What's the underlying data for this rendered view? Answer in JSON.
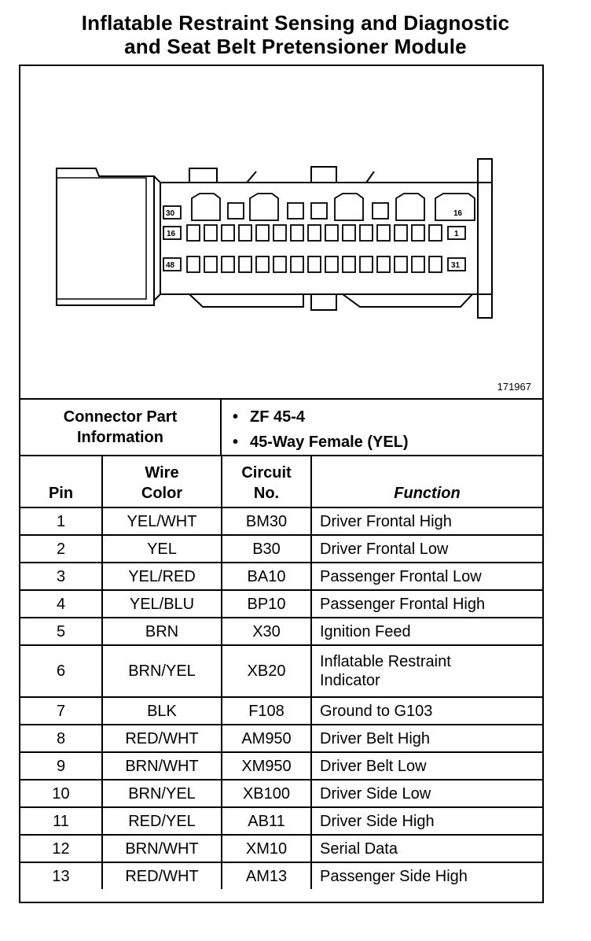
{
  "title": {
    "line1": "Inflatable Restraint Sensing and Diagnostic",
    "line2": "and Seat Belt Pretensioner Module"
  },
  "diagram": {
    "figure_id": "171967",
    "pin_labels": [
      "30",
      "16",
      "16",
      "1",
      "48",
      "31"
    ]
  },
  "connector_info": {
    "label_line1": "Connector Part",
    "label_line2": "Information",
    "items": [
      "ZF 45-4",
      "45-Way Female (YEL)"
    ]
  },
  "table": {
    "headers": {
      "pin": "Pin",
      "wire_color_1": "Wire",
      "wire_color_2": "Color",
      "circuit_1": "Circuit",
      "circuit_2": "No.",
      "function": "Function"
    },
    "rows": [
      {
        "pin": "1",
        "color": "YEL/WHT",
        "circuit": "BM30",
        "function": "Driver Frontal High"
      },
      {
        "pin": "2",
        "color": "YEL",
        "circuit": "B30",
        "function": "Driver Frontal Low"
      },
      {
        "pin": "3",
        "color": "YEL/RED",
        "circuit": "BA10",
        "function": "Passenger Frontal Low"
      },
      {
        "pin": "4",
        "color": "YEL/BLU",
        "circuit": "BP10",
        "function": "Passenger Frontal High"
      },
      {
        "pin": "5",
        "color": "BRN",
        "circuit": "X30",
        "function": "Ignition Feed"
      },
      {
        "pin": "6",
        "color": "BRN/YEL",
        "circuit": "XB20",
        "function": "Inflatable Restraint",
        "function_2": "Indicator"
      },
      {
        "pin": "7",
        "color": "BLK",
        "circuit": "F108",
        "function": "Ground to G103"
      },
      {
        "pin": "8",
        "color": "RED/WHT",
        "circuit": "AM950",
        "function": "Driver Belt High"
      },
      {
        "pin": "9",
        "color": "BRN/WHT",
        "circuit": "XM950",
        "function": "Driver Belt Low"
      },
      {
        "pin": "10",
        "color": "BRN/YEL",
        "circuit": "XB100",
        "function": "Driver Side Low"
      },
      {
        "pin": "11",
        "color": "RED/YEL",
        "circuit": "AB11",
        "function": "Driver Side High"
      },
      {
        "pin": "12",
        "color": "BRN/WHT",
        "circuit": "XM10",
        "function": "Serial Data"
      },
      {
        "pin": "13",
        "color": "RED/WHT",
        "circuit": "AM13",
        "function": "Passenger Side High"
      }
    ]
  }
}
